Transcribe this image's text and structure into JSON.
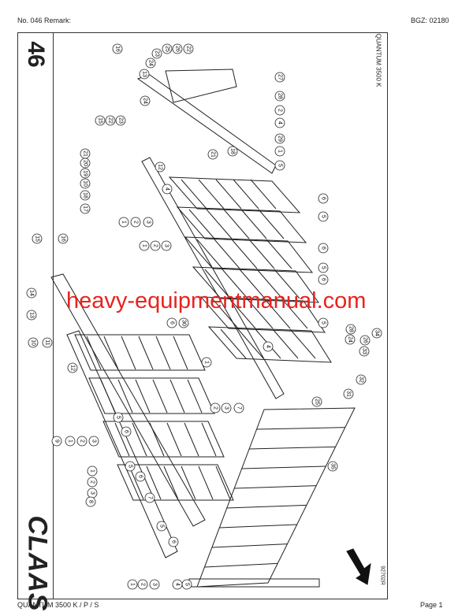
{
  "header": {
    "left": "No. 046   Remark:",
    "right": "BGZ: 02180"
  },
  "footer": {
    "left": "QUANTUM 3500 K / P / S",
    "right": "Page 1"
  },
  "page_number": "46",
  "model_label": "QUANTUM  3500 K",
  "drawing_number": "92702R",
  "logo": "CLAAS",
  "watermark": "heavy-equipmentmanual.com",
  "callouts": [
    "16",
    "23",
    "24",
    "13",
    "25",
    "26",
    "22",
    "27",
    "28",
    "2",
    "4",
    "29",
    "1",
    "5",
    "15",
    "22",
    "23",
    "24",
    "18",
    "21",
    "21",
    "20",
    "19",
    "10",
    "18",
    "17",
    "12",
    "4",
    "6",
    "5",
    "6",
    "5",
    "6",
    "5",
    "1",
    "2",
    "3",
    "1",
    "2",
    "3",
    "15",
    "16",
    "14",
    "13",
    "10",
    "11",
    "12",
    "30",
    "6",
    "28",
    "24",
    "26",
    "33",
    "34",
    "1",
    "4",
    "2",
    "3",
    "7",
    "25",
    "31",
    "32",
    "9",
    "1",
    "2",
    "3",
    "5",
    "6",
    "35",
    "1",
    "2",
    "3",
    "5",
    "6",
    "8",
    "7",
    "5",
    "6",
    "1",
    "2",
    "3",
    "4",
    "5"
  ],
  "colors": {
    "watermark": "#e8231e",
    "line": "#222222"
  }
}
